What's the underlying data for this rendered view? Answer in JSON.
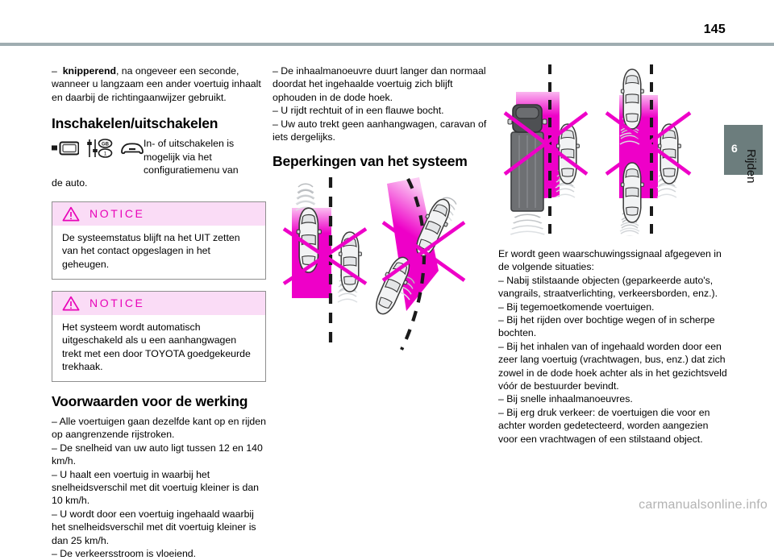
{
  "page": {
    "number": "145",
    "watermark": "carmanualsonline.info"
  },
  "side_tab": {
    "chapter_number": "6",
    "chapter_label": "Rijden"
  },
  "column_left": {
    "intro_bold": "knipperend",
    "intro_rest": ", na ongeveer een seconde, wanneer u langzaam een ander voertuig inhaalt en daarbij de richtingaanwijzer gebruikt.",
    "heading": "Inschakelen/uitschakelen",
    "icon_text": "In- of uitschakelen is mogelijk via het configuratiemenu van",
    "icon_text_cont": "de auto.",
    "icons": [
      "display-screen-icon",
      "settings-sliders-icon",
      "car-front-icon"
    ],
    "notices": [
      {
        "title": "NOTICE",
        "icon": "warning-triangle-icon",
        "body": "De systeemstatus blijft na het UIT zetten van het contact opgeslagen in het geheugen."
      },
      {
        "title": "NOTICE",
        "icon": "warning-triangle-icon",
        "body": "Het systeem wordt automatisch uitgeschakeld als u een aanhangwagen trekt met een door TOYOTA goedgekeurde trekhaak."
      }
    ],
    "conditions_heading": "Voorwaarden voor de werking",
    "conditions": [
      "–  Alle voertuigen gaan dezelfde kant op en rijden op aangrenzende rijstroken.",
      "–  De snelheid van uw auto ligt tussen 12 en 140 km/h.",
      "–  U haalt een voertuig in waarbij het snelheidsverschil met dit voertuig kleiner is dan 10 km/h.",
      "–  U wordt door een voertuig ingehaald waarbij het snelheidsverschil met dit voertuig kleiner is dan 25 km/h.",
      "–  De verkeersstroom is vloeiend."
    ]
  },
  "column_middle": {
    "conditions_cont": [
      "–  De inhaalmanoeuvre duurt langer dan normaal doordat het ingehaalde voertuig zich blijft ophouden in de dode hoek.",
      "–  U rijdt rechtuit of in een flauwe bocht.",
      "–  Uw auto trekt geen aanhangwagen, caravan of iets dergelijks."
    ],
    "limits_heading": "Beperkingen van het systeem",
    "illustration": "blind-spot-zone-straight-and-curve-diagram"
  },
  "column_right": {
    "illustration": "blind-spot-zone-truck-and-long-vehicle-diagram",
    "intro": "Er wordt geen waarschuwingssignaal afgegeven in de volgende situaties:",
    "items": [
      "–  Nabij stilstaande objecten (geparkeerde auto's, vangrails, straatverlichting, verkeersborden, enz.).",
      "–  Bij tegemoetkomende voertuigen.",
      "–  Bij het rijden over bochtige wegen of in scherpe bochten.",
      "–  Bij het inhalen van of ingehaald worden door een zeer lang voertuig (vrachtwagen, bus, enz.) dat zich zowel in de dode hoek achter als in het gezichtsveld vóór de bestuurder bevindt.",
      "–  Bij snelle inhaalmanoeuvres.",
      "–  Bij erg druk verkeer: de voertuigen die voor en achter worden gedetecteerd, worden aangezien voor een vrachtwagen of een stilstaand object."
    ]
  },
  "colors": {
    "header_rule": "#9fadb1",
    "tab_gray": "#6c7d7d",
    "notice_pink_bg": "#fadcf6",
    "notice_magenta": "#e803b8",
    "zone_magenta": "#ee00c8",
    "watermark_gray": "#b3b3b3"
  }
}
